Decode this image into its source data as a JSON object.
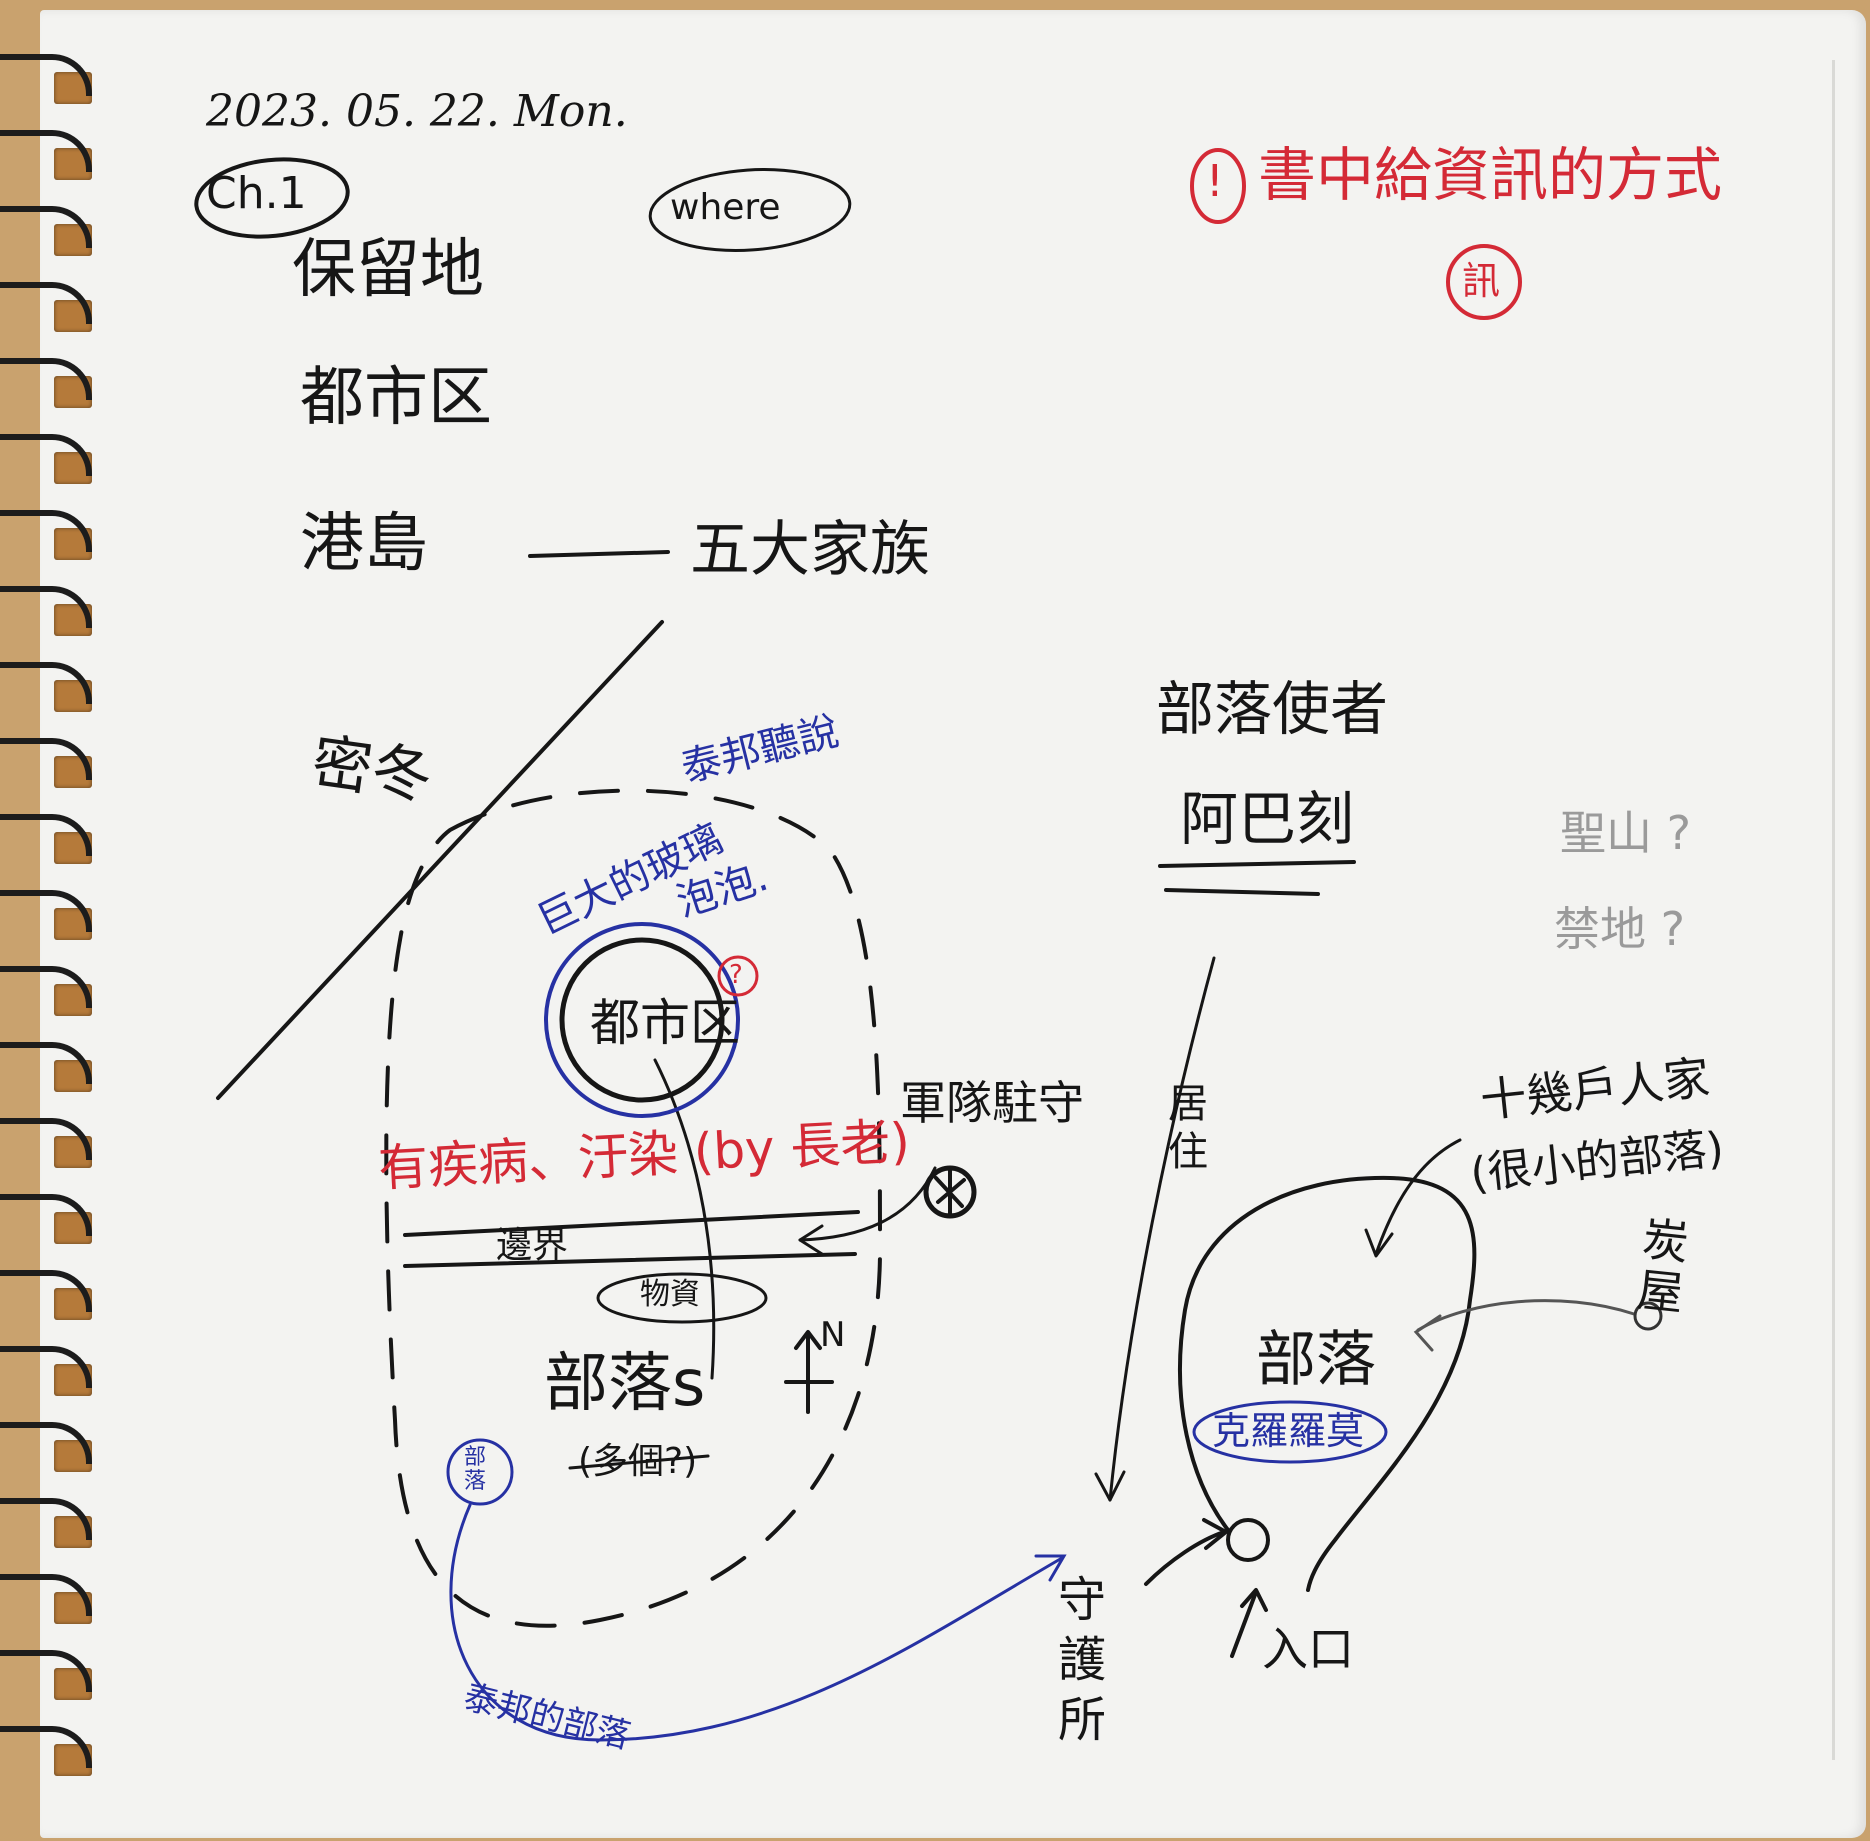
{
  "date": "2023. 05. 22. Mon.",
  "chapter": "Ch.1",
  "where_tag": "where",
  "places": [
    "保留地",
    "都市区",
    "港島"
  ],
  "connector": "——",
  "families": "五大家族",
  "note_red": {
    "mark": "!",
    "text": "書中給資訊的方式",
    "sub": "訊"
  },
  "diagram_left": {
    "label_mi": "密冬",
    "taibang": "泰邦聽說",
    "bubble": [
      "巨大的玻璃",
      "泡泡."
    ],
    "question": "?",
    "city": "都市区",
    "disease": "有疾病、汙染 (by 長老)",
    "border": "邊界",
    "goods": "物資",
    "military": "軍隊駐守",
    "north": "N",
    "tribes": "部落s",
    "tribes_note": "(多個?)",
    "tribe_circle": "部落",
    "taibang_tribe": "泰邦的部落"
  },
  "diagram_right": {
    "envoy": "部落使者",
    "envoy_name": "阿巴刻",
    "sacred": [
      "聖山 ?",
      "禁地 ?"
    ],
    "live": "居住",
    "households": [
      "十幾戶人家",
      "(很小的部落)"
    ],
    "charcoal": "炭屋",
    "tribe": "部落",
    "tribe_name": "克羅羅莫",
    "guard": "守護所",
    "entrance": "入口"
  }
}
